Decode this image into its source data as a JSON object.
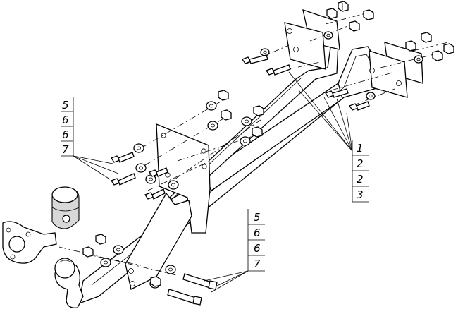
{
  "callouts": {
    "left": [
      "5",
      "6",
      "6",
      "7"
    ],
    "right_bottom": [
      "1",
      "2",
      "2",
      "3"
    ],
    "bottom": [
      "5",
      "6",
      "6",
      "7"
    ]
  }
}
